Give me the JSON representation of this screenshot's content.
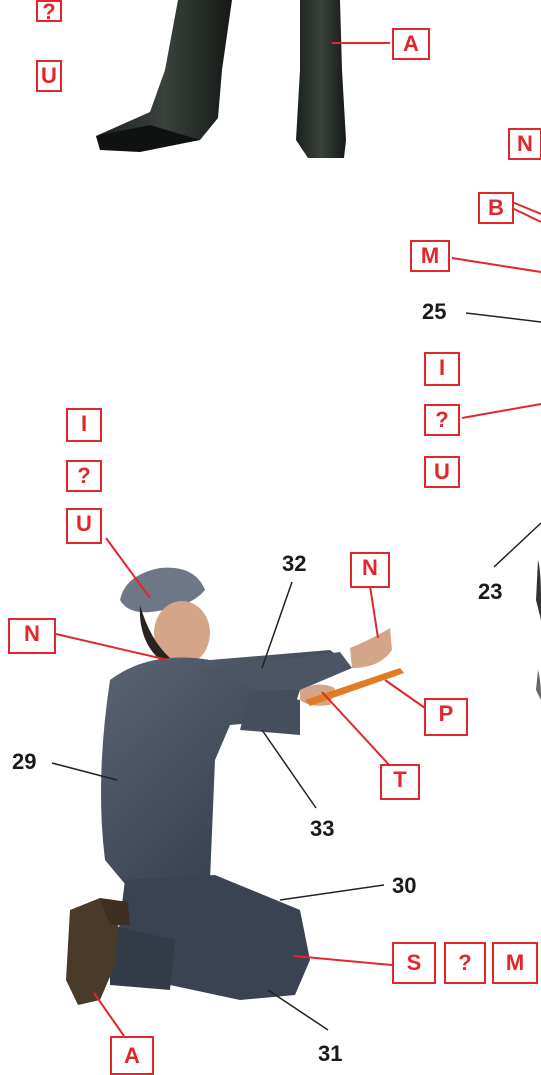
{
  "labels": {
    "top_q": "?",
    "top_u": "U",
    "top_a": "A",
    "right_n": "N",
    "right_b": "B",
    "right_m": "M",
    "right_i": "I",
    "right_q": "?",
    "right_u": "U",
    "left_i": "I",
    "left_q": "?",
    "left_u": "U",
    "left_n": "N",
    "hand_n": "N",
    "p": "P",
    "t": "T",
    "s": "S",
    "s_q": "?",
    "s_m": "M",
    "bottom_a": "A"
  },
  "numbers": {
    "n25": "25",
    "n23": "23",
    "n32": "32",
    "n29": "29",
    "n33": "33",
    "n30": "30",
    "n31": "31"
  },
  "colors": {
    "callout": "#e3262b",
    "leader_black": "#222222",
    "uniform": "#3f4a5a",
    "boots": "#1e2320"
  }
}
